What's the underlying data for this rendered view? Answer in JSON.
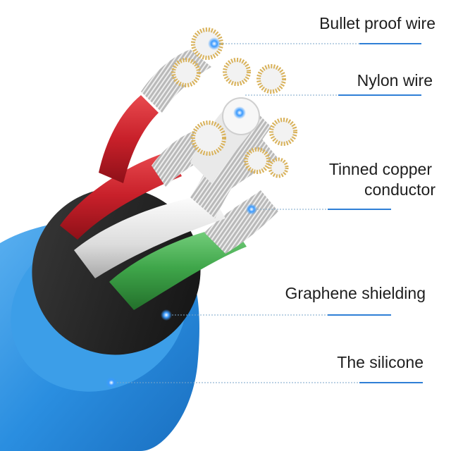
{
  "labels": {
    "bullet_proof_wire": "Bullet proof wire",
    "nylon_wire": "Nylon wire",
    "tinned_copper_line1": "Tinned copper",
    "tinned_copper_line2": "conductor",
    "graphene_shielding": "Graphene shielding",
    "the_silicone": "The silicone"
  },
  "colors": {
    "jacket": "#2a8ee0",
    "shield": "#1c1c1c",
    "red_wire": "#c8202a",
    "white_wire": "#e8e8e8",
    "green_wire": "#3fa64a",
    "strands": "#a8a8a8",
    "copper_ring": "#d9b25a",
    "accent": "#2f7fd6",
    "leader": "#7aa5c8"
  }
}
